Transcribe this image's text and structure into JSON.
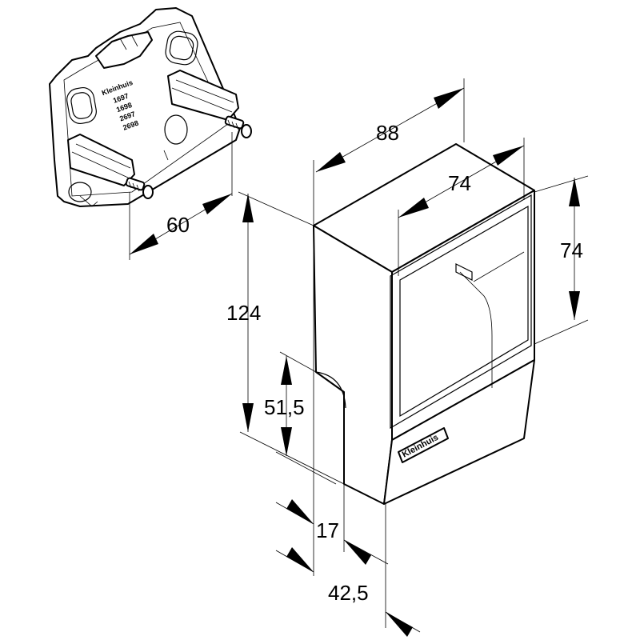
{
  "dimensions": {
    "width_88": "88",
    "inner_width_74": "74",
    "height_74": "74",
    "mount_spacing_60": "60",
    "height_124": "124",
    "height_51_5": "51,5",
    "depth_17": "17",
    "depth_42_5": "42,5"
  },
  "box_logo": "Kleinhuis",
  "plate_text": [
    "Kleinhuis",
    "1697",
    "1698",
    "2697",
    "2698"
  ]
}
